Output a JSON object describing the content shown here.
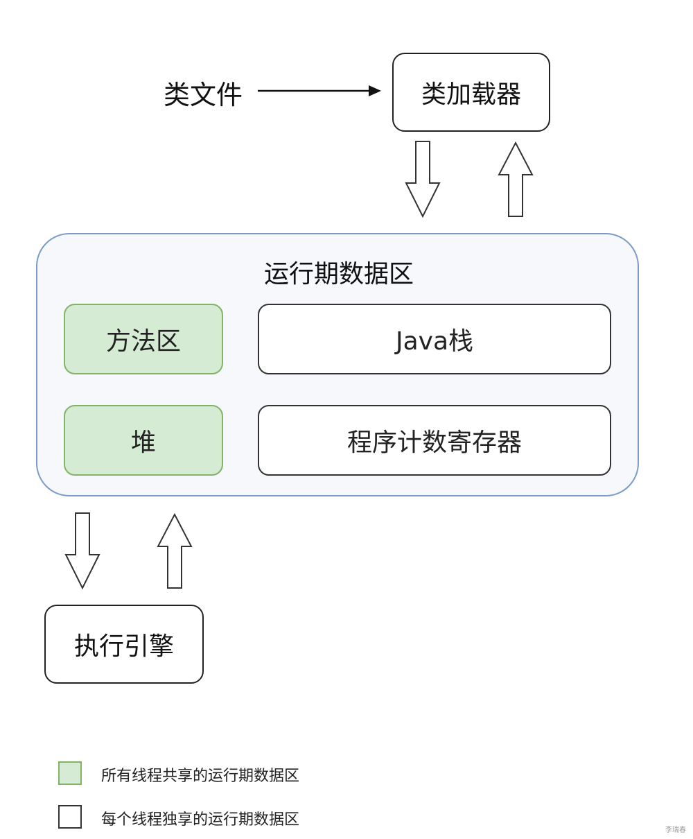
{
  "class_file": "类文件",
  "class_loader": "类加载器",
  "runtime_area": {
    "title": "运行期数据区",
    "method_area": "方法区",
    "heap": "堆",
    "java_stack": "Java栈",
    "pc_register": "程序计数寄存器"
  },
  "execution_engine": "执行引擎",
  "legend": {
    "shared": "所有线程共享的运行期数据区",
    "private": "每个线程独享的运行期数据区"
  },
  "watermark": "李瑞春",
  "colors": {
    "shared_fill": "#d5ebd3",
    "shared_border": "#82b366",
    "runtime_border": "#7a9cc6",
    "runtime_fill": "#f6f8fc"
  }
}
